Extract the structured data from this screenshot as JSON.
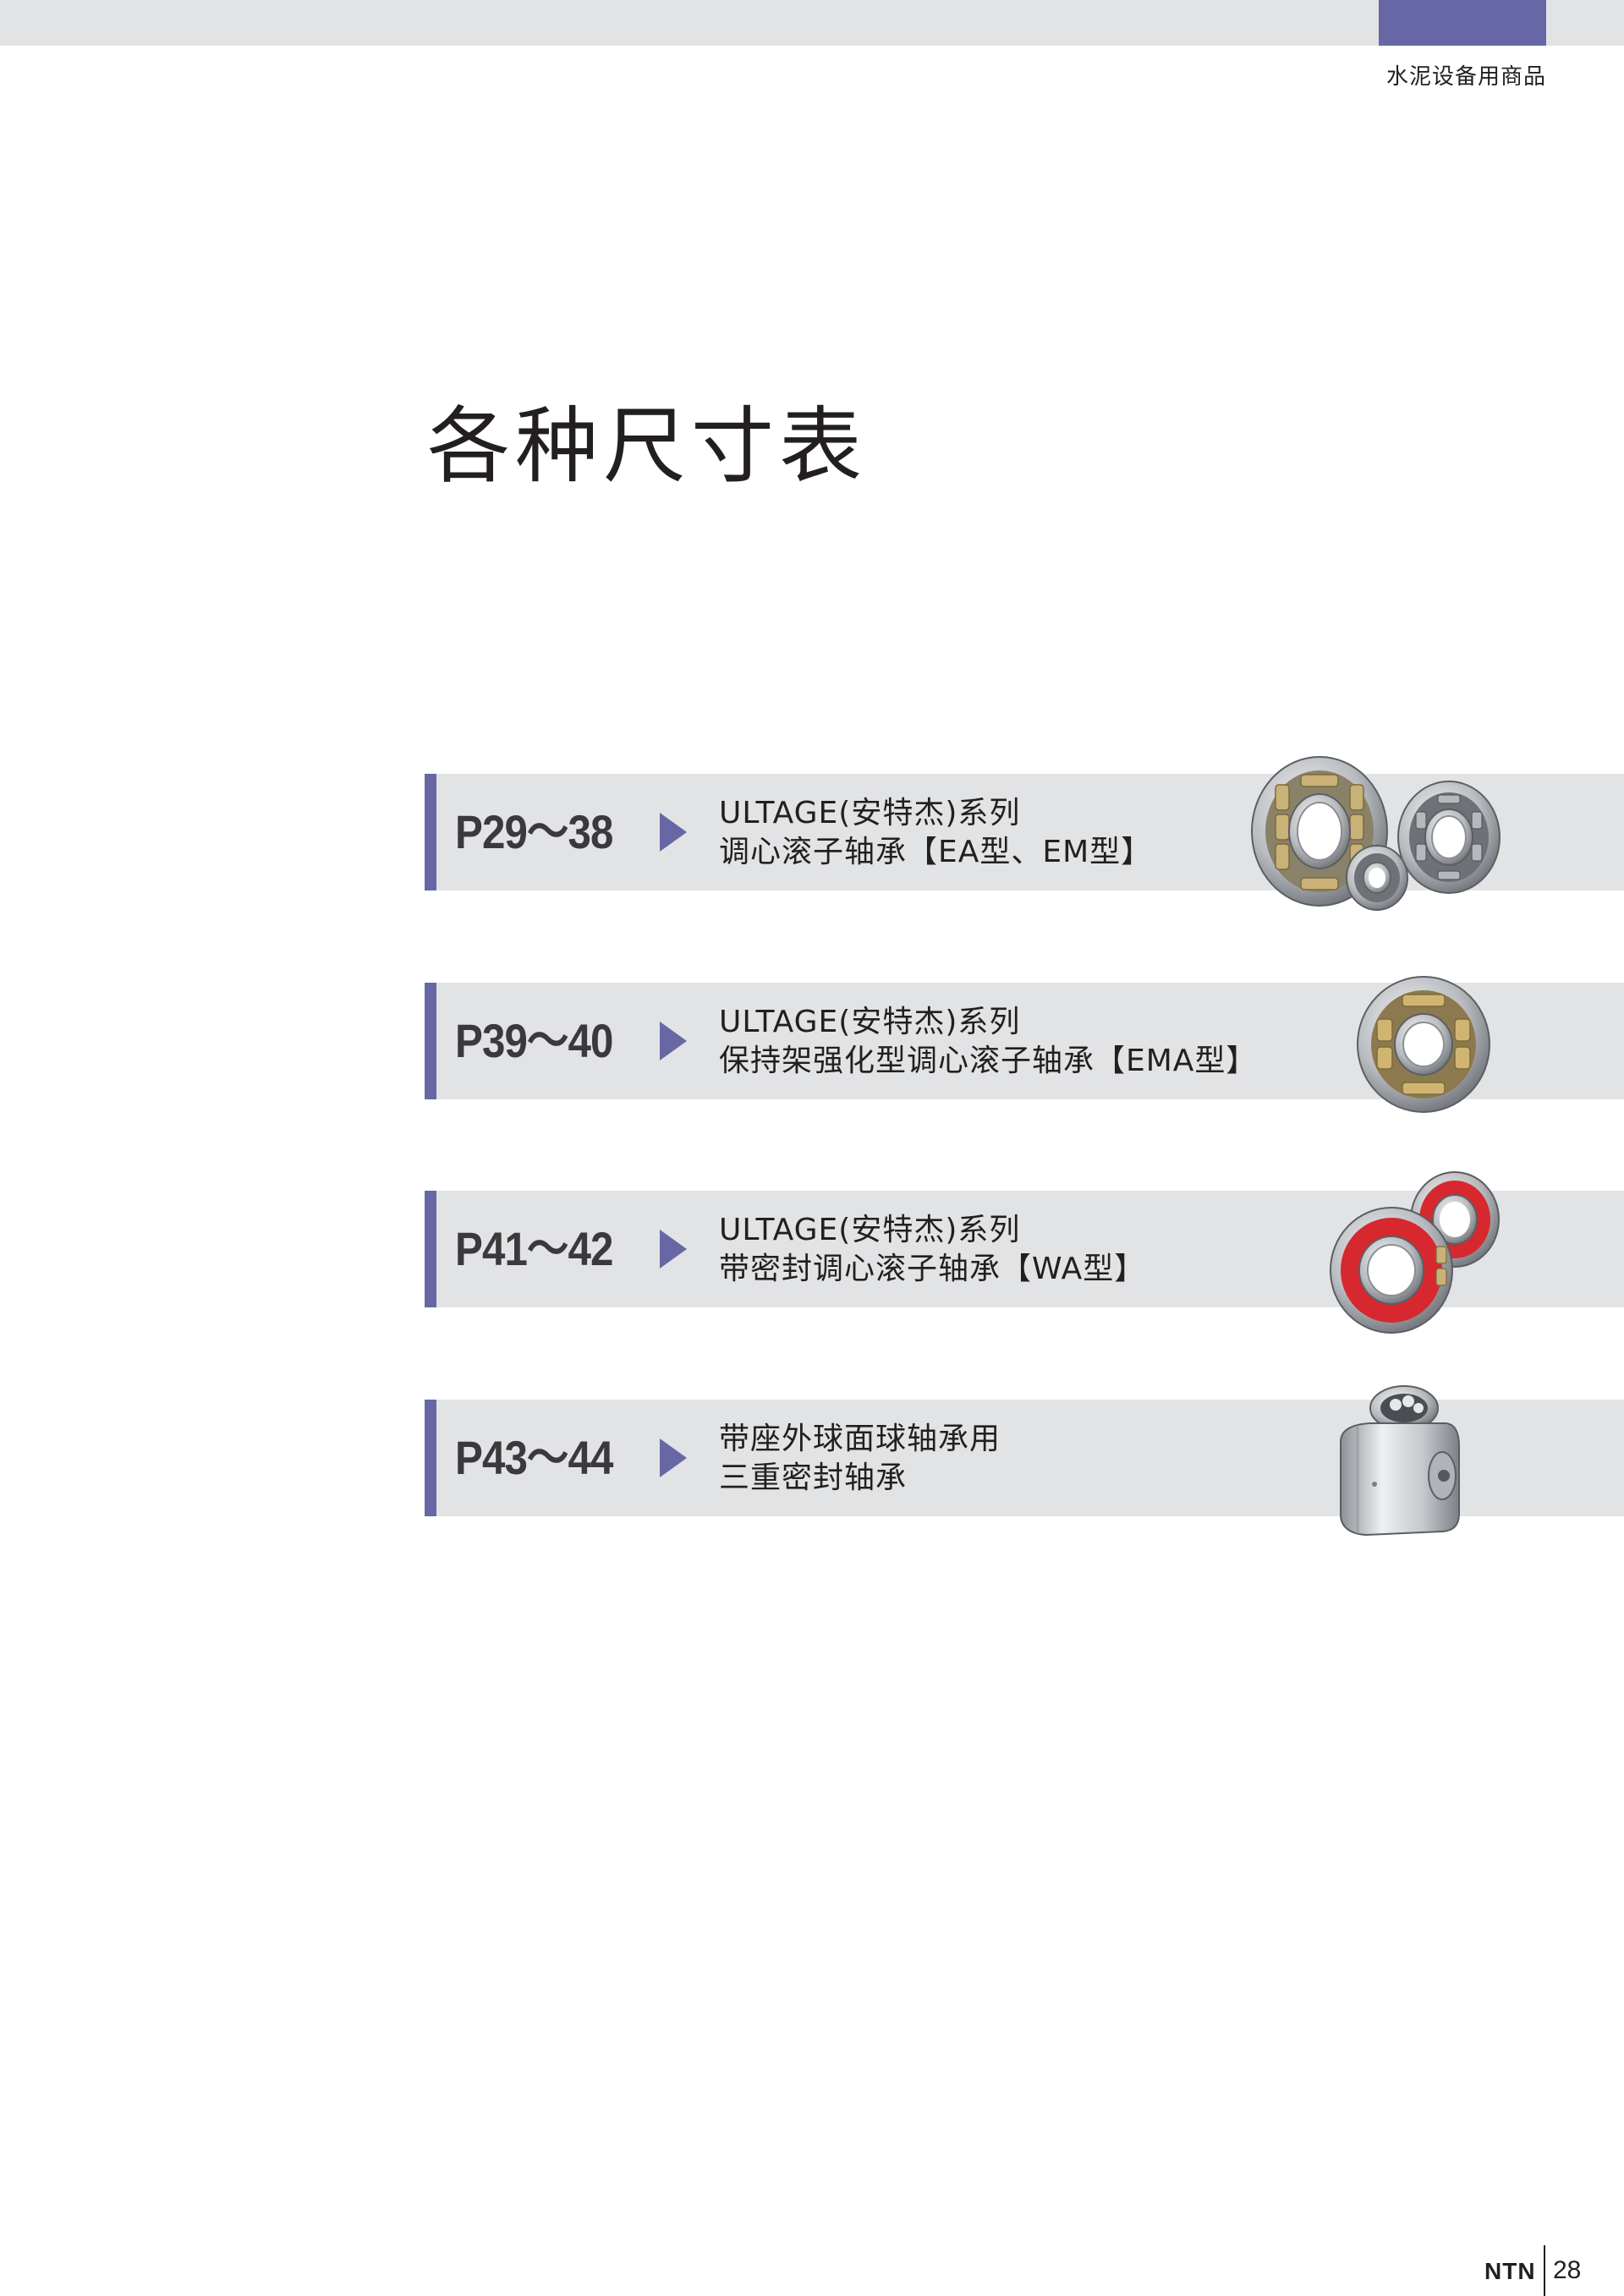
{
  "header": {
    "section_label": "水泥设备用商品"
  },
  "title": "各种尺寸表",
  "entries": [
    {
      "pages": "P29～38",
      "line1": "ULTAGE(安特杰)系列",
      "line2": "调心滚子轴承【EA型、EM型】",
      "image": "spherical-roller-bearings-group"
    },
    {
      "pages": "P39～40",
      "line1": "ULTAGE(安特杰)系列",
      "line2": "保持架强化型调心滚子轴承【EMA型】",
      "image": "spherical-roller-bearing-brass-cage"
    },
    {
      "pages": "P41～42",
      "line1": "ULTAGE(安特杰)系列",
      "line2": "带密封调心滚子轴承【WA型】",
      "image": "sealed-spherical-roller-bearings-red"
    },
    {
      "pages": "P43～44",
      "line1": "带座外球面球轴承用",
      "line2": "三重密封轴承",
      "image": "insert-ball-bearing-triple-seal"
    }
  ],
  "footer": {
    "logo": "NTN",
    "page_number": "28"
  },
  "colors": {
    "accent": "#6867a5",
    "band": "#e2e3e4",
    "text": "#231f20",
    "seal_red": "#d7282f"
  }
}
